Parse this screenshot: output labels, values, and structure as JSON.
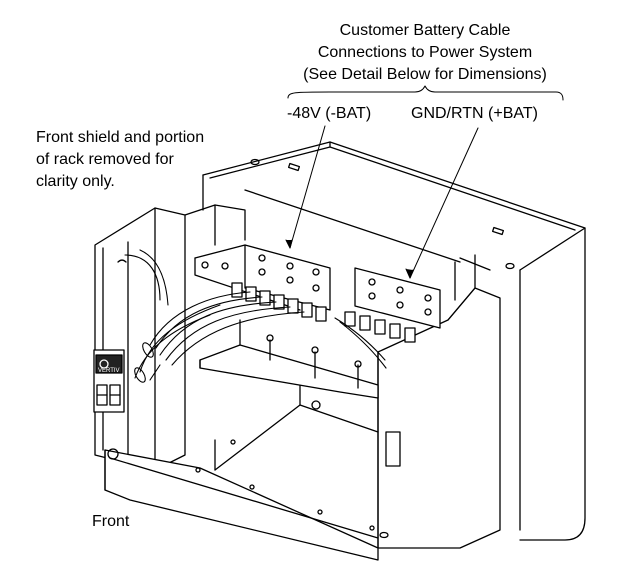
{
  "callout": {
    "title_lines": [
      "Customer Battery Cable",
      "Connections to Power System",
      "(See Detail Below for Dimensions)"
    ],
    "minus_label": "-48V (-BAT)",
    "plus_label": "GND/RTN (+BAT)"
  },
  "note": {
    "lines": [
      "Front shield and portion",
      "of rack removed for",
      "clarity only."
    ]
  },
  "front_label": "Front",
  "breaker_label": "VERTIV"
}
